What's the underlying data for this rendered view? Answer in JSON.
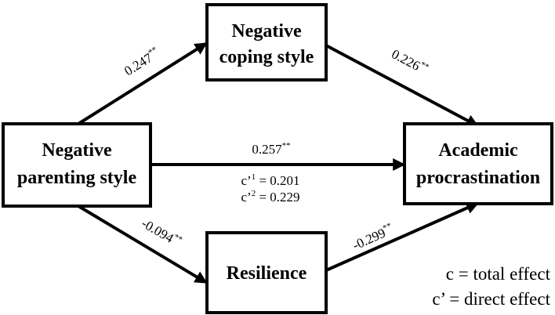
{
  "nodes": {
    "negative_coping": {
      "line1": "Negative",
      "line2": "coping style"
    },
    "negative_parenting": {
      "line1": "Negative",
      "line2": "parenting style"
    },
    "academic_procrastination": {
      "line1": "Academic",
      "line2": "procrastination"
    },
    "resilience": {
      "label": "Resilience"
    }
  },
  "paths": {
    "a1": {
      "value": "0.247",
      "sig": "**"
    },
    "b1": {
      "value": "0.226",
      "sig": "**"
    },
    "c": {
      "value": "0.257",
      "sig": "**"
    },
    "c1": {
      "prefix": "c’",
      "index": "1",
      "value": " = 0.201"
    },
    "c2": {
      "prefix": "c’",
      "index": "2",
      "value": " = 0.229"
    },
    "a2": {
      "value": "-0.094",
      "sig": "**"
    },
    "b2": {
      "value": "-0.299",
      "sig": "**"
    }
  },
  "legend": {
    "total": "c = total effect",
    "direct": "c’ = direct effect"
  }
}
